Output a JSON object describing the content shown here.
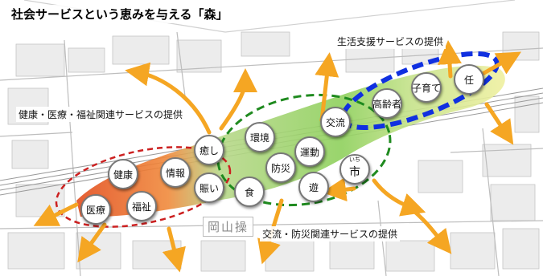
{
  "title": "社会サービスという恵みを与える「森」",
  "labels": {
    "life_support": "生活支援サービスの提供",
    "health": "健康・医療・福祉関連サービスの提供",
    "exchange": "交流・防災関連サービスの提供"
  },
  "station_text": "岡山操",
  "nodes": {
    "iryo": "医療",
    "fukushi": "福祉",
    "kenko": "健康",
    "joho": "情報",
    "iyashi": "癒し",
    "nigiwai": "賑い",
    "kankyo": "環境",
    "bosai": "防災",
    "shoku": "食",
    "undo": "運動",
    "asobi": "遊",
    "ichi": "市",
    "ichi_ruby": "いち",
    "koryu": "交流",
    "koreisha": "高齢者",
    "kosodate": "子育て",
    "nin": "任"
  },
  "colors": {
    "health_ellipse": "#cc2020",
    "exchange_ellipse": "#1f8a1f",
    "life_ellipse": "#1030e0",
    "arrow": "#f5a623"
  }
}
